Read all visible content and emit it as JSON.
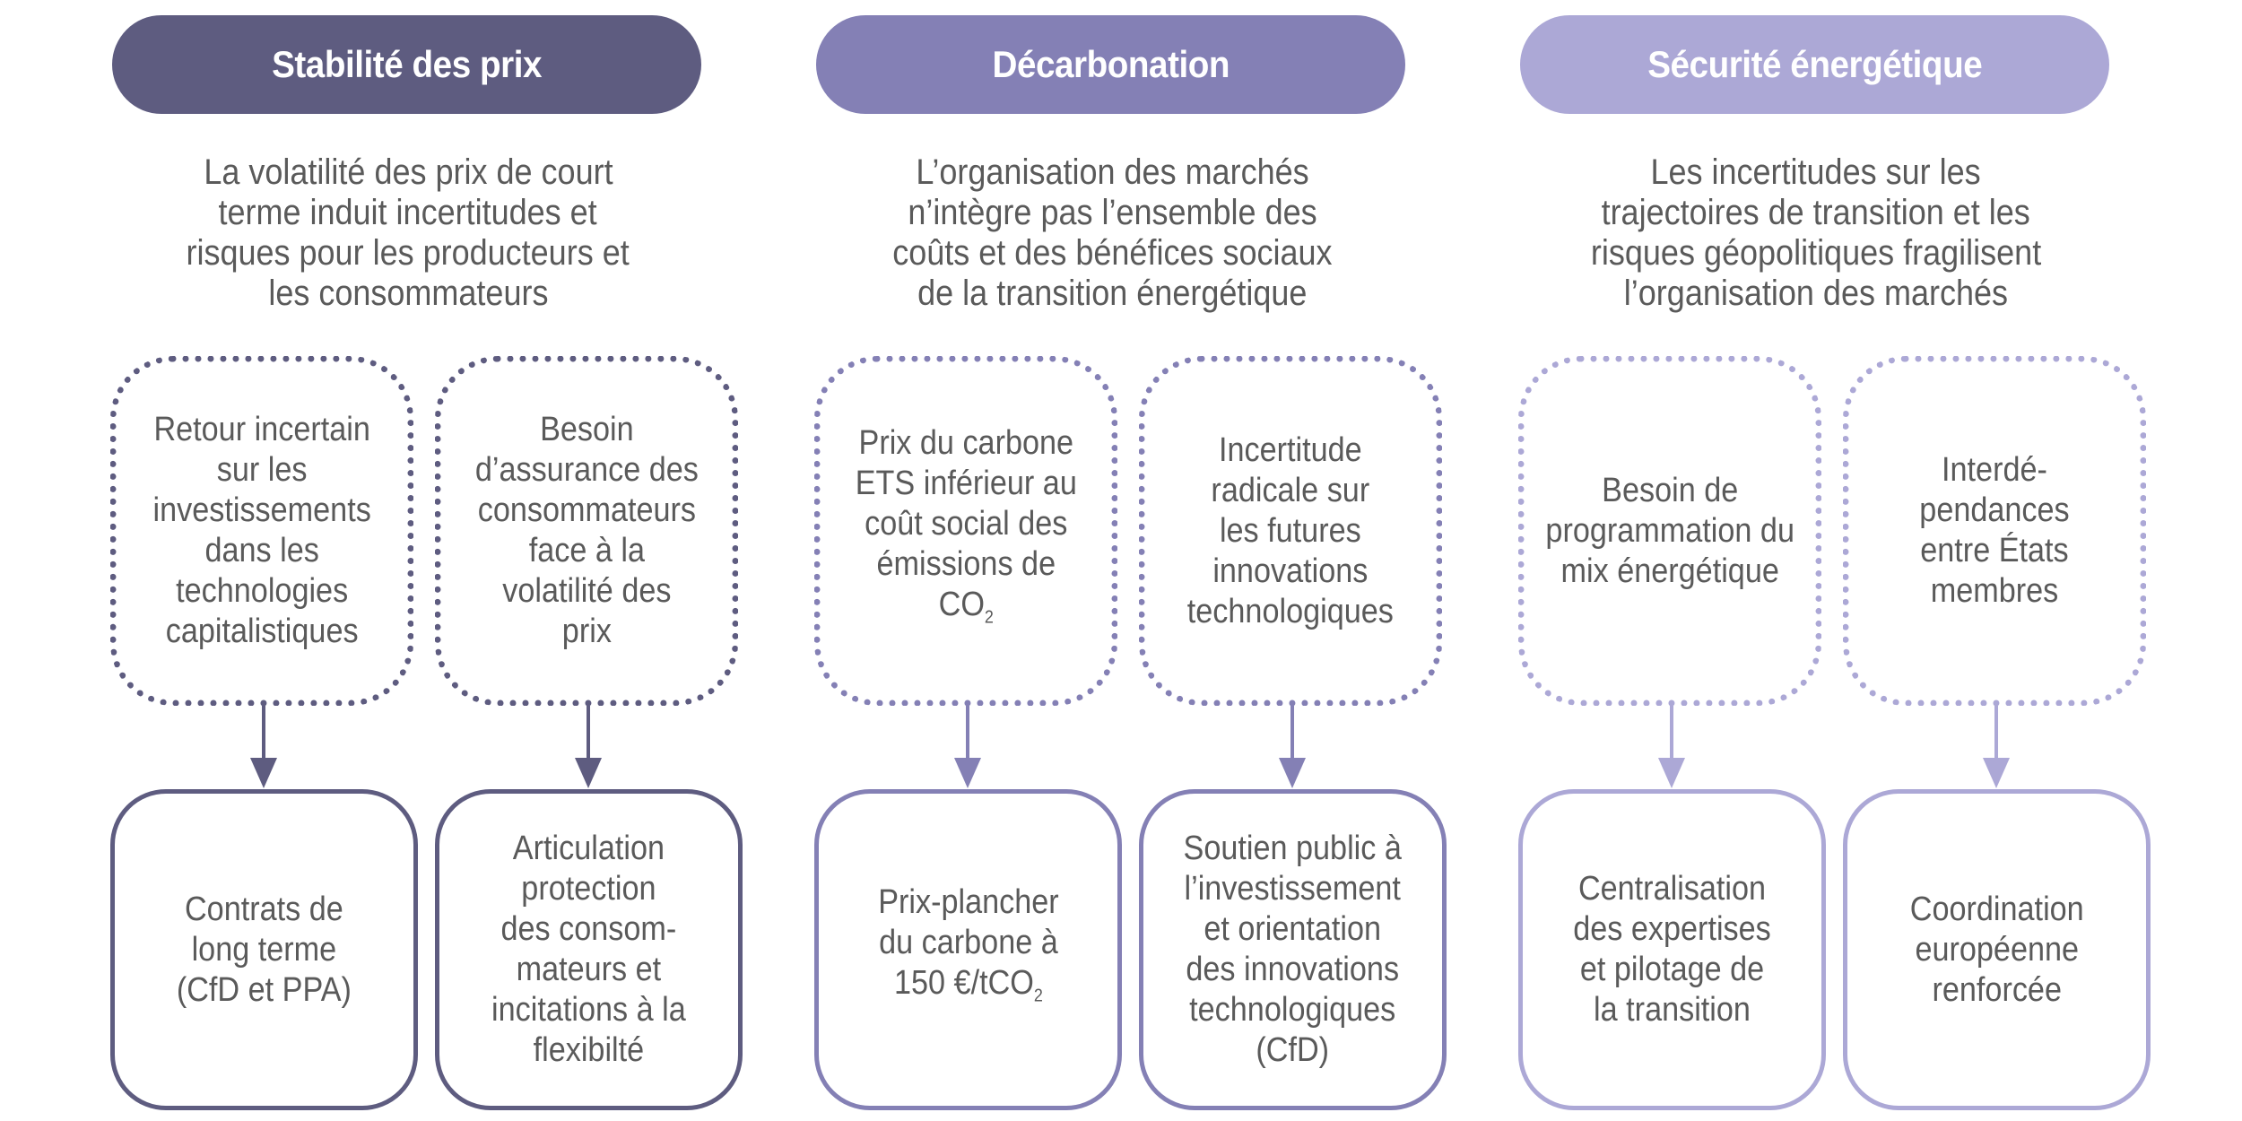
{
  "colors": {
    "stabilite": "#5e5c80",
    "decarbonation": "#8480b5",
    "securite": "#aca8d6",
    "text": "#5a5a5a"
  },
  "columns": [
    {
      "title": "Stabilité des prix",
      "description": [
        "La volatilité des prix de court",
        "terme induit incertitudes et",
        "risques pour les producteurs et",
        "les consommateurs"
      ],
      "problems": [
        {
          "text": "Retour incertain\nsur les\ninvestissements\ndans les\ntechnologies\ncapitalistiques"
        },
        {
          "text": "Besoin\nd’assurance des\nconsommateurs\nface à la\nvolatilité des\nprix"
        }
      ],
      "solutions": [
        {
          "text": "Contrats de\nlong terme\n(CfD et PPA)"
        },
        {
          "text": "Articulation\nprotection\ndes consom-\nmateurs et\nincitations à la\nflexibilté"
        }
      ]
    },
    {
      "title": "Décarbonation",
      "description": [
        "L’organisation des marchés",
        "n’intègre pas l’ensemble des",
        "coûts et des bénéfices sociaux",
        "de la transition énergétique"
      ],
      "problems": [
        {
          "text": "Prix du carbone\nETS inférieur au\ncoût social des\némissions de\nCO",
          "sub": "2"
        },
        {
          "text": "Incertitude\nradicale sur\nles futures\ninnovations\ntechnologiques"
        }
      ],
      "solutions": [
        {
          "text": "Prix-plancher\ndu carbone à\n150 €/tCO",
          "sub": "2"
        },
        {
          "text": "Soutien public à\nl’investissement\net orientation\ndes innovations\ntechnologiques\n(CfD)"
        }
      ]
    },
    {
      "title": "Sécurité énergétique",
      "description": [
        "Les incertitudes sur les",
        "trajectoires de transition et les",
        "risques géopolitiques fragilisent",
        "l’organisation des marchés"
      ],
      "problems": [
        {
          "text": "Besoin de\nprogrammation du\nmix énergétique"
        },
        {
          "text": "Interdé-\npendances\nentre États\nmembres"
        }
      ],
      "solutions": [
        {
          "text": "Centralisation\ndes expertises\net pilotage de\nla transition"
        },
        {
          "text": "Coordination\neuropéenne\nrenforcée"
        }
      ]
    }
  ]
}
